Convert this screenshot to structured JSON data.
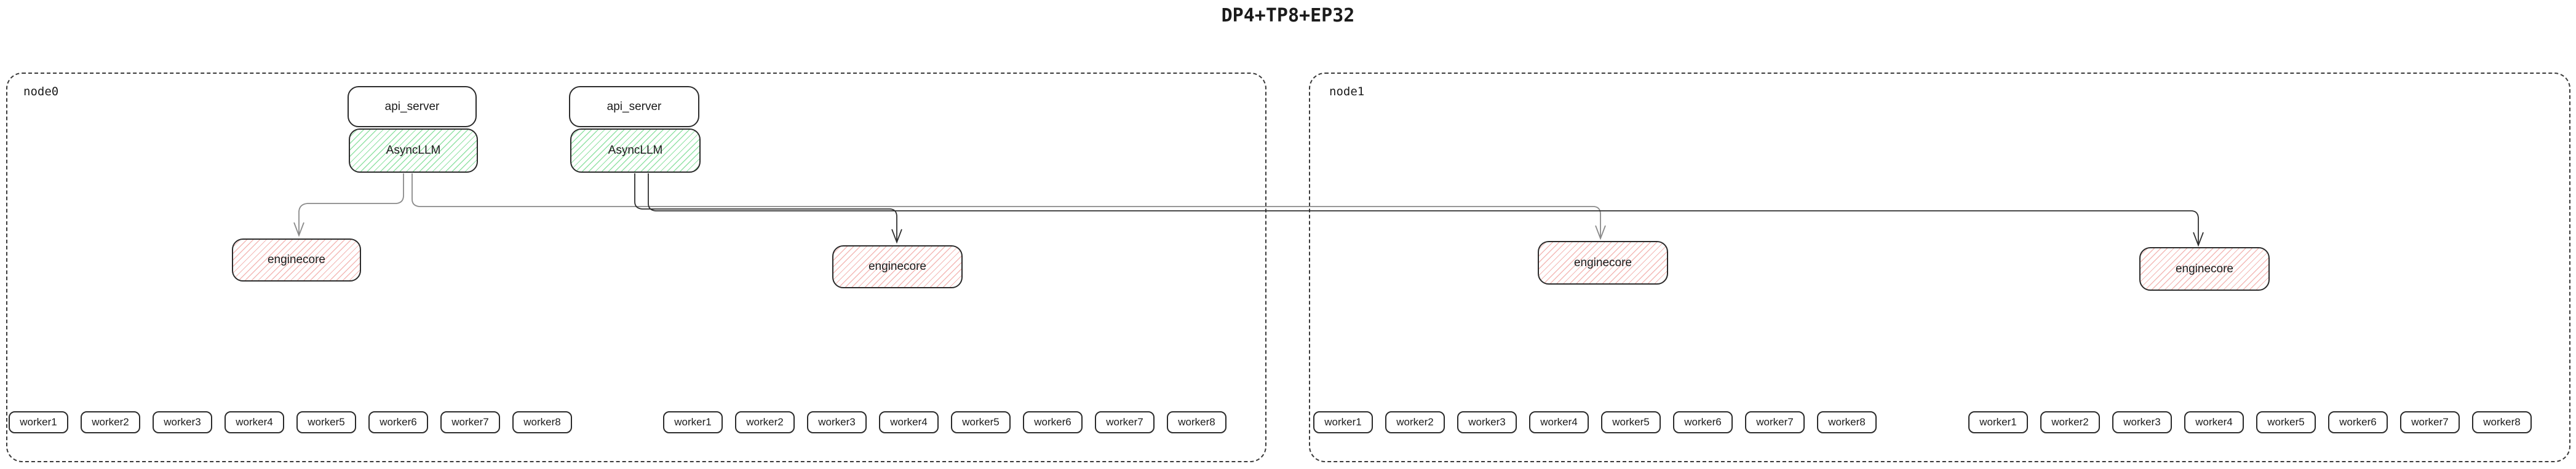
{
  "title": "DP4+TP8+EP32",
  "node0": {
    "label": "node0",
    "servers": [
      {
        "api_server": "api_server",
        "asyncllm": "AsyncLLM"
      },
      {
        "api_server": "api_server",
        "asyncllm": "AsyncLLM"
      }
    ],
    "enginecores": [
      "enginecore",
      "enginecore"
    ],
    "worker_groups": [
      [
        "worker1",
        "worker2",
        "worker3",
        "worker4",
        "worker5",
        "worker6",
        "worker7",
        "worker8"
      ],
      [
        "worker1",
        "worker2",
        "worker3",
        "worker4",
        "worker5",
        "worker6",
        "worker7",
        "worker8"
      ]
    ]
  },
  "node1": {
    "label": "node1",
    "enginecores": [
      "enginecore",
      "enginecore"
    ],
    "worker_groups": [
      [
        "worker1",
        "worker2",
        "worker3",
        "worker4",
        "worker5",
        "worker6",
        "worker7",
        "worker8"
      ],
      [
        "worker1",
        "worker2",
        "worker3",
        "worker4",
        "worker5",
        "worker6",
        "worker7",
        "worker8"
      ]
    ]
  },
  "edges": [
    {
      "from": "node0.asyncllm.0",
      "to": "node0.enginecore.0"
    },
    {
      "from": "node0.asyncllm.0",
      "to": "node1.enginecore.0"
    },
    {
      "from": "node0.asyncllm.1",
      "to": "node0.enginecore.1"
    },
    {
      "from": "node0.asyncllm.1",
      "to": "node1.enginecore.1"
    }
  ],
  "colors": {
    "edge_gray": "#8a8a8a",
    "edge_dark": "#2f2f2f",
    "hatch_green": "#8ce0a0",
    "hatch_red": "#f3b5b2",
    "box_border": "#2b2b2b",
    "node_border": "#3a3a3a",
    "text": "#1b1b1b",
    "background": "#ffffff"
  }
}
